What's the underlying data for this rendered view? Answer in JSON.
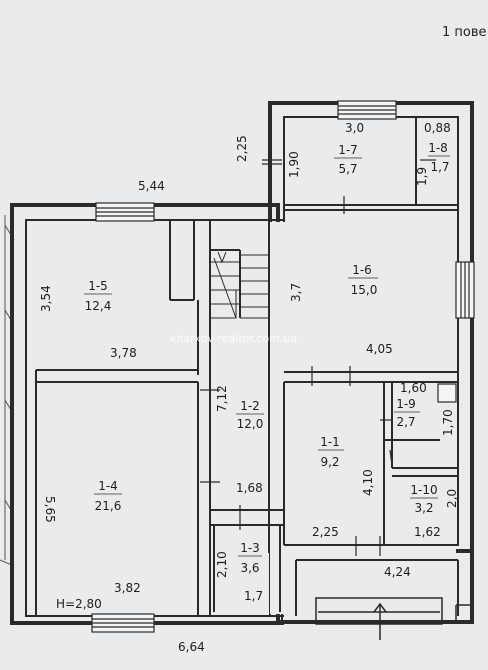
{
  "title": "1 пове",
  "watermark": "kharkov-realtor.com.ua",
  "height_note": "H=2,80",
  "rooms": [
    {
      "id": "1-1",
      "area": "9,2"
    },
    {
      "id": "1-2",
      "area": "12,0"
    },
    {
      "id": "1-3",
      "area": "3,6"
    },
    {
      "id": "1-4",
      "area": "21,6"
    },
    {
      "id": "1-5",
      "area": "12,4"
    },
    {
      "id": "1-6",
      "area": "15,0"
    },
    {
      "id": "1-7",
      "area": "5,7"
    },
    {
      "id": "1-8",
      "area": "1,7"
    },
    {
      "id": "1-9",
      "area": "2,7"
    },
    {
      "id": "1-10",
      "area": "3,2"
    }
  ],
  "dimensions": {
    "top_2_25": "2,25",
    "top_3_0": "3,0",
    "top_0_88": "0,88",
    "v_1_90": "1,90",
    "v_1_9": "1,9",
    "w_5_44": "5,44",
    "v_3_54": "3,54",
    "h_3_78": "3,78",
    "v_3_7": "3,7",
    "h_4_05": "4,05",
    "v_7_12": "7,12",
    "h_1_60": "1,60",
    "v_1_70": "1,70",
    "v_5_65": "5,65",
    "v_4_10": "4,10",
    "h_1_68": "1,68",
    "v_2_0": "2,0",
    "h_2_25": "2,25",
    "h_1_62": "1,62",
    "v_2_10": "2,10",
    "h_4_24": "4,24",
    "h_3_82": "3,82",
    "h_1_7": "1,7",
    "w_6_64": "6,64"
  }
}
